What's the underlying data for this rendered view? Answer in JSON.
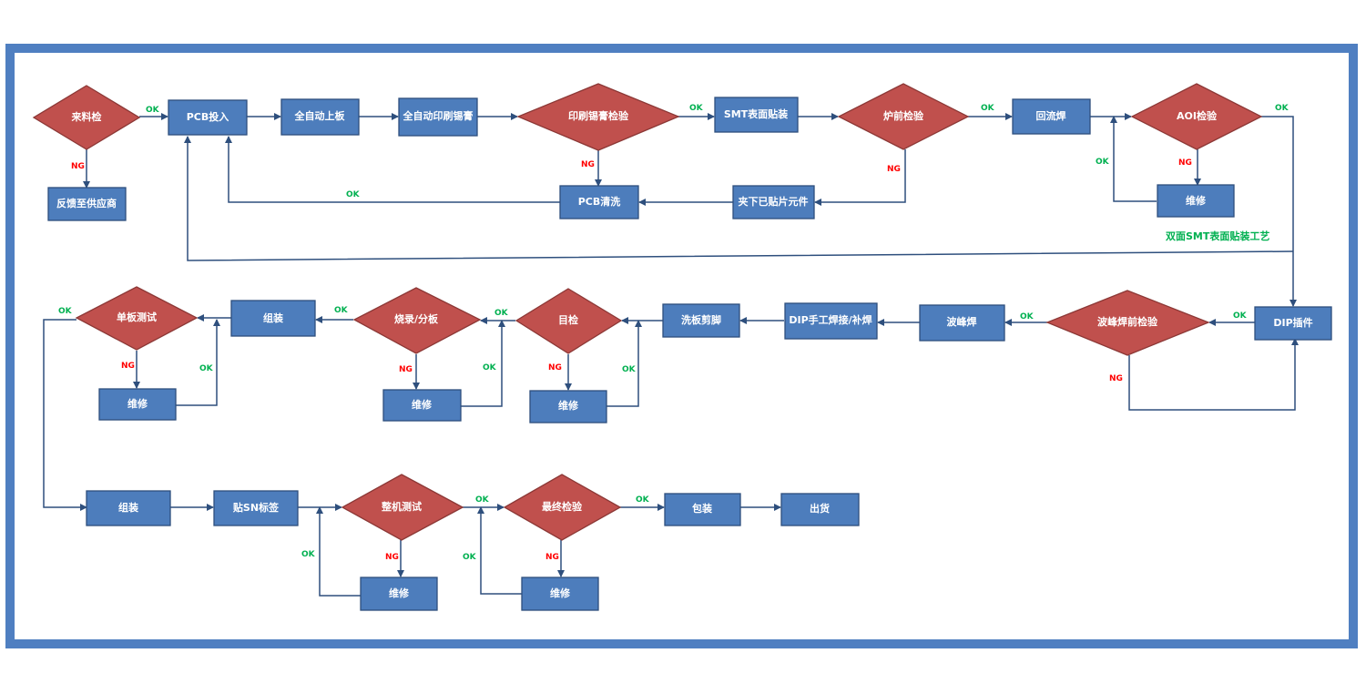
{
  "colors": {
    "frame": "#4f7fc1",
    "process": "#4d7dbc",
    "decision": "#c0504d",
    "line": "#2e4f7d",
    "ok": "#00b050",
    "ng": "#ff0000"
  },
  "nodes": {
    "incoming_check": "来料检",
    "feedback_supplier": "反馈至供应商",
    "pcb_input": "PCB投入",
    "auto_loading": "全自动上板",
    "auto_print": "全自动印刷锡膏",
    "print_check": "印刷锡膏检验",
    "smt_mount": "SMT表面贴装",
    "pre_furnace_check": "炉前检验",
    "reflow": "回流焊",
    "aoi_check": "AOI检验",
    "repair_aoi": "维修",
    "pcb_clean": "PCB清洗",
    "remove_parts": "夹下已贴片元件",
    "dip_insert": "DIP插件",
    "pre_wave_check": "波峰焊前检验",
    "wave_solder": "波峰焊",
    "dip_manual": "DIP手工焊接/补焊",
    "wash_trim": "洗板剪脚",
    "visual_check": "目检",
    "repair_visual": "维修",
    "burn_split": "烧录/分板",
    "repair_burn": "维修",
    "assembly_1": "组装",
    "board_test": "单板测试",
    "repair_board": "维修",
    "assembly_2": "组装",
    "sn_label": "贴SN标签",
    "machine_test": "整机测试",
    "repair_machine": "维修",
    "final_check": "最终检验",
    "repair_final": "维修",
    "packing": "包装",
    "shipping": "出货"
  },
  "labels": {
    "ok": "OK",
    "ng": "NG",
    "double_sided_note": "双面SMT表面贴装工艺"
  }
}
